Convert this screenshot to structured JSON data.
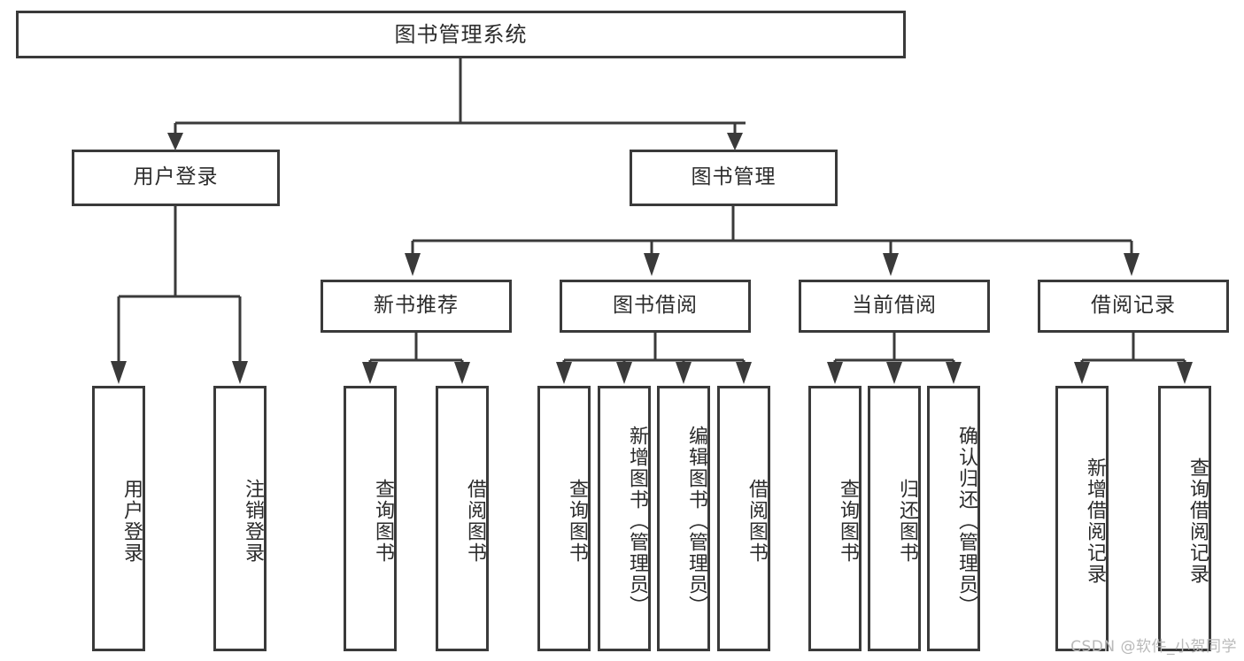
{
  "diagram": {
    "type": "tree-hierarchy",
    "title": "图书管理系统",
    "watermark": "CSDN @软件_小贺同学",
    "colors": {
      "border": "#3a3a3a",
      "background": "#ffffff",
      "text": "#2b2b2b",
      "watermark": "#b9b9b9"
    },
    "nodes": {
      "root": {
        "label": "图书管理系统",
        "level": 1,
        "orientation": "horizontal"
      },
      "level2": [
        {
          "id": "user-login",
          "label": "用户登录",
          "orientation": "horizontal"
        },
        {
          "id": "book-manage",
          "label": "图书管理",
          "orientation": "horizontal"
        }
      ],
      "level3": [
        {
          "id": "new-book-recommend",
          "label": "新书推荐",
          "orientation": "horizontal"
        },
        {
          "id": "book-borrow",
          "label": "图书借阅",
          "orientation": "horizontal"
        },
        {
          "id": "current-borrow",
          "label": "当前借阅",
          "orientation": "horizontal"
        },
        {
          "id": "borrow-record",
          "label": "借阅记录",
          "orientation": "horizontal"
        }
      ],
      "leaves": {
        "user-login": [
          {
            "id": "leaf-user-login",
            "label": "用户登录",
            "orientation": "vertical"
          },
          {
            "id": "leaf-logout-login",
            "label": "注销登录",
            "orientation": "vertical"
          }
        ],
        "new-book-recommend": [
          {
            "id": "leaf-query-book-1",
            "label": "查询图书",
            "orientation": "vertical"
          },
          {
            "id": "leaf-borrow-book-1",
            "label": "借阅图书",
            "orientation": "vertical"
          }
        ],
        "book-borrow": [
          {
            "id": "leaf-query-book-2",
            "label": "查询图书",
            "orientation": "vertical"
          },
          {
            "id": "leaf-add-book",
            "label": "新增图书（管理员）",
            "orientation": "vertical"
          },
          {
            "id": "leaf-edit-book",
            "label": "编辑图书（管理员）",
            "orientation": "vertical"
          },
          {
            "id": "leaf-borrow-book-2",
            "label": "借阅图书",
            "orientation": "vertical"
          }
        ],
        "current-borrow": [
          {
            "id": "leaf-query-book-3",
            "label": "查询图书",
            "orientation": "vertical"
          },
          {
            "id": "leaf-return-book",
            "label": "归还图书",
            "orientation": "vertical"
          },
          {
            "id": "leaf-confirm-return",
            "label": "确认归还（管理员）",
            "orientation": "vertical"
          }
        ],
        "borrow-record": [
          {
            "id": "leaf-add-record",
            "label": "新增借阅记录",
            "orientation": "vertical"
          },
          {
            "id": "leaf-query-record",
            "label": "查询借阅记录",
            "orientation": "vertical"
          }
        ]
      }
    }
  }
}
